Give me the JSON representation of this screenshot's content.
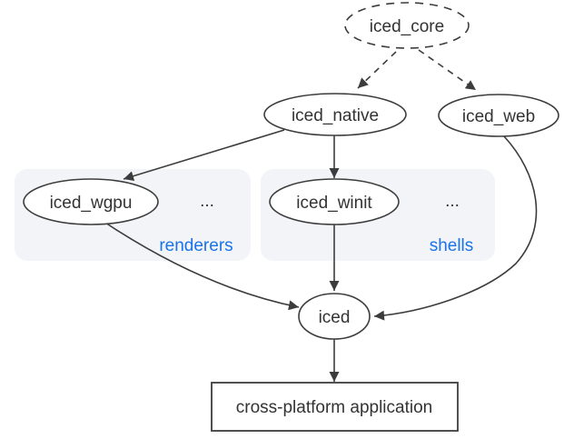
{
  "diagram": {
    "nodes": {
      "core": {
        "label": "iced_core"
      },
      "native": {
        "label": "iced_native"
      },
      "web": {
        "label": "iced_web"
      },
      "wgpu": {
        "label": "iced_wgpu"
      },
      "winit": {
        "label": "iced_winit"
      },
      "iced": {
        "label": "iced"
      },
      "app": {
        "label": "cross-platform application"
      }
    },
    "groups": {
      "renderers": {
        "label": "renderers",
        "ellipsis": "..."
      },
      "shells": {
        "label": "shells",
        "ellipsis": "..."
      }
    },
    "edges": [
      {
        "from": "iced_core",
        "to": "iced_native",
        "style": "dashed"
      },
      {
        "from": "iced_core",
        "to": "iced_web",
        "style": "dashed"
      },
      {
        "from": "iced_native",
        "to": "iced_wgpu",
        "style": "solid"
      },
      {
        "from": "iced_native",
        "to": "iced_winit",
        "style": "solid"
      },
      {
        "from": "iced_wgpu",
        "to": "iced",
        "style": "solid"
      },
      {
        "from": "iced_winit",
        "to": "iced",
        "style": "solid"
      },
      {
        "from": "iced_web",
        "to": "iced",
        "style": "solid"
      },
      {
        "from": "iced",
        "to": "cross-platform application",
        "style": "solid"
      }
    ],
    "colors": {
      "stroke": "#3c3c3c",
      "text": "#333333",
      "group_fill": "#f2f4f8",
      "group_label_blue": "#1a73e8",
      "background": "#ffffff"
    }
  }
}
